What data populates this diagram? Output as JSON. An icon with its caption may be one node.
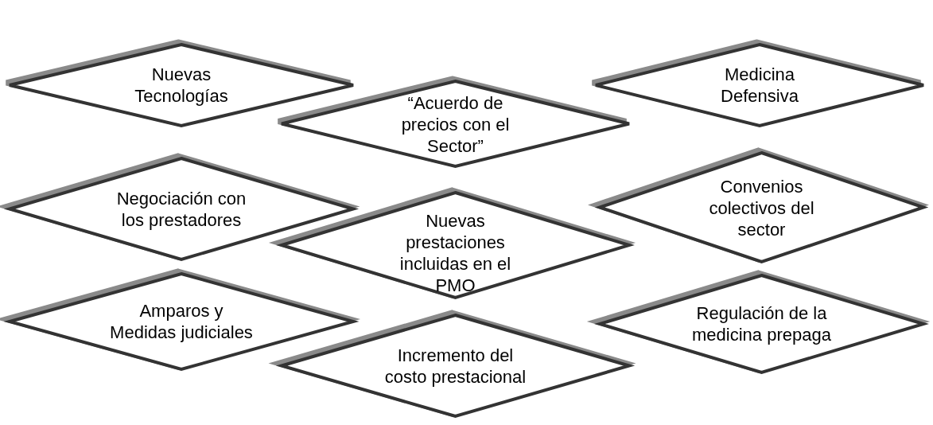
{
  "diagram": {
    "nodes": [
      {
        "text": [
          "Nuevas Tecnologías"
        ]
      },
      {
        "text": [
          "“Acuerdo de precios con el Sector”"
        ]
      },
      {
        "text": [
          "Medicina Defensiva"
        ]
      },
      {
        "text": [
          "Negociación con los prestadores"
        ]
      },
      {
        "text": [
          "Nuevas prestaciones incluidas en el PMO"
        ]
      },
      {
        "text": [
          "Convenios colectivos del sector"
        ]
      },
      {
        "text": [
          "Amparos y Medidas judiciales"
        ]
      },
      {
        "text": [
          "Incremento del costo prestacional"
        ]
      },
      {
        "text": [
          "Regulación de la medicina prepaga"
        ]
      }
    ]
  }
}
